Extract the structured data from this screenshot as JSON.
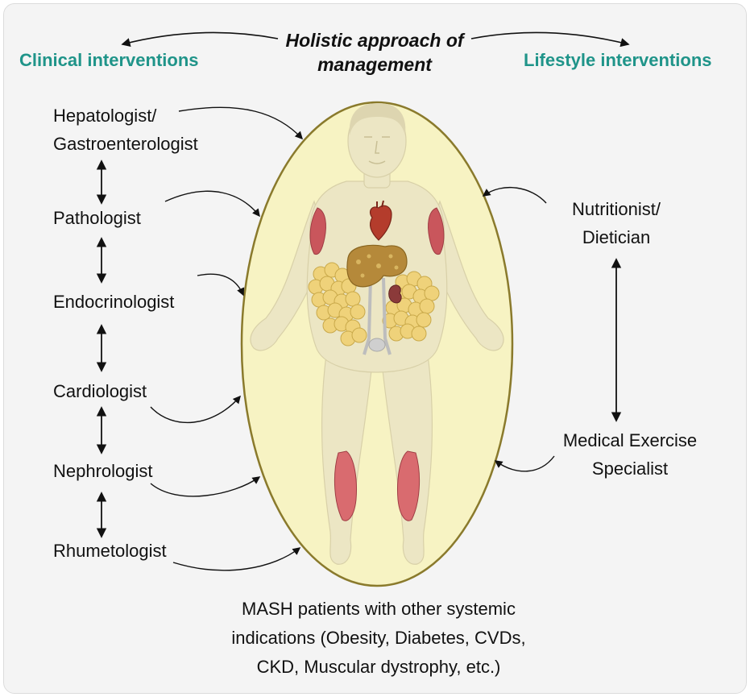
{
  "title": [
    "Holistic approach of",
    "management"
  ],
  "left_heading": "Clinical interventions",
  "right_heading": "Lifestyle interventions",
  "clinical_specialists": [
    [
      "Hepatologist/",
      "Gastroenterologist"
    ],
    [
      "Pathologist"
    ],
    [
      "Endocrinologist"
    ],
    [
      "Cardiologist"
    ],
    [
      "Nephrologist"
    ],
    [
      "Rhumetologist"
    ]
  ],
  "lifestyle_specialists": [
    [
      "Nutritionist/",
      "Dietician"
    ],
    [
      "Medical Exercise",
      "Specialist"
    ]
  ],
  "caption": [
    "MASH patients with other systemic",
    "indications (Obesity, Diabetes, CVDs,",
    "CKD, Muscular dystrophy, etc.)"
  ],
  "colors": {
    "heading_teal": "#1f9489",
    "oval_fill": "#f7f3c3",
    "oval_border": "#8a7a2c",
    "body_fill": "#ece6c4",
    "fat_cells": "#efd27a",
    "liver": "#b5893a",
    "muscle": "#c9565c"
  }
}
